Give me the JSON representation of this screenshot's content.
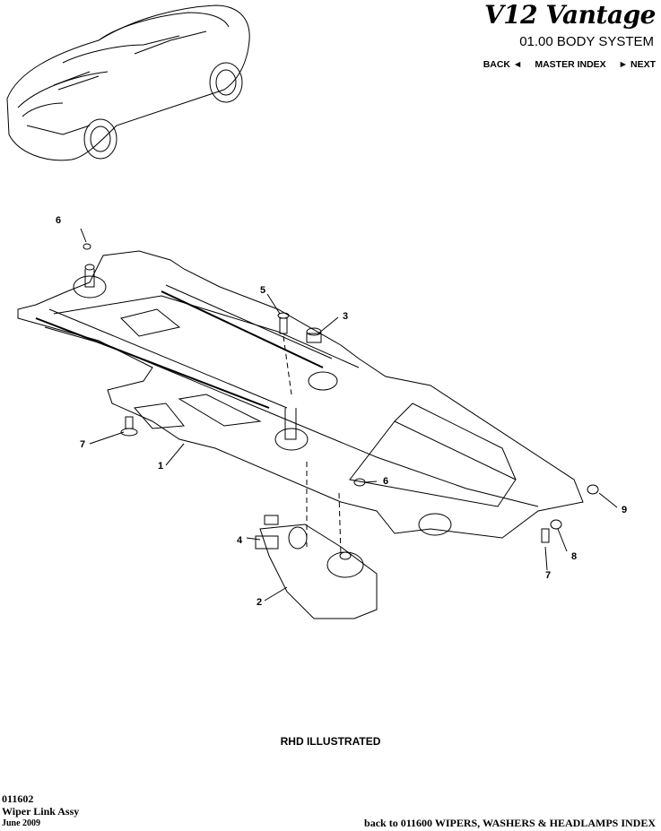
{
  "header": {
    "brand": "V12 Vantage",
    "section": "01.00 BODY SYSTEM",
    "nav": {
      "back": "BACK ◄",
      "master": "MASTER INDEX",
      "next": "► NEXT"
    }
  },
  "diagram": {
    "callouts": [
      "6",
      "5",
      "3",
      "7",
      "1",
      "6",
      "9",
      "4",
      "8",
      "7",
      "2"
    ]
  },
  "note": "RHD ILLUSTRATED",
  "footer": {
    "code": "011602",
    "name": "Wiper Link Assy",
    "date": "June 2009",
    "back_link": "back to 011600 WIPERS, WASHERS & HEADLAMPS INDEX"
  }
}
